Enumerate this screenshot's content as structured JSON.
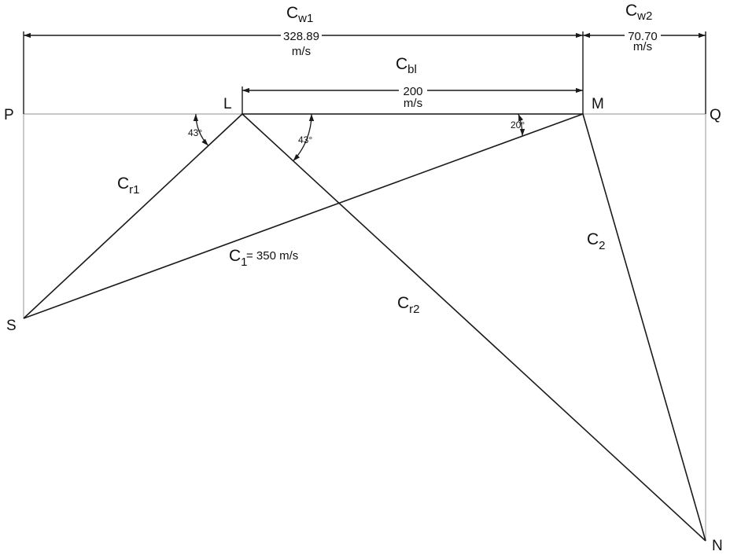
{
  "points": {
    "P": "P",
    "L": "L",
    "M": "M",
    "Q": "Q",
    "S": "S",
    "N": "N"
  },
  "labels": {
    "cw1": {
      "main": "C",
      "sub": "w1",
      "value": "328.89",
      "unit": "m/s"
    },
    "cw2": {
      "main": "C",
      "sub": "w2",
      "value": "70.70",
      "unit": "m/s"
    },
    "cbl": {
      "main": "C",
      "sub": "bl",
      "value": "200",
      "unit": "m/s"
    },
    "cr1": {
      "main": "C",
      "sub": "r1"
    },
    "cr2": {
      "main": "C",
      "sub": "r2"
    },
    "c1": {
      "main": "C",
      "sub": "1",
      "value_text": "= 350 m/s"
    },
    "c2": {
      "main": "C",
      "sub": "2"
    }
  },
  "angles": {
    "beta1": "43°",
    "beta2": "43°",
    "alpha1": "20°"
  },
  "colors": {
    "line": "#1a1a1a",
    "reference": "#a8a8a8"
  }
}
